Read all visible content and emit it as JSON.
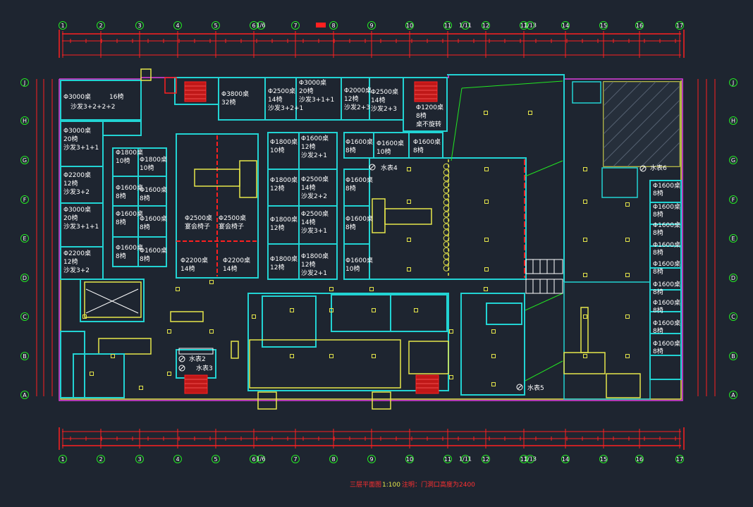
{
  "drawing": {
    "axes_top_bottom": [
      "1",
      "2",
      "3",
      "4",
      "5",
      "6",
      "7",
      "8",
      "9",
      "10",
      "11",
      "12",
      "13",
      "14",
      "15",
      "16",
      "17"
    ],
    "axes_side": [
      "J",
      "H",
      "G",
      "F",
      "E",
      "D",
      "C",
      "B",
      "A"
    ],
    "extra_axis_labels": [
      "1/6",
      "1/11",
      "1/13"
    ],
    "footer_title": "三层平面图",
    "footer_scale": "1:100",
    "footer_note": "注明：门洞口高度为2400"
  },
  "rooms_left_column": [
    {
      "size": "Φ3000桌",
      "seats": "16椅",
      "sofa": "沙发3+2+2+2"
    },
    {
      "size": "Φ3000桌",
      "seats": "20椅",
      "sofa": "沙发3+1+1"
    },
    {
      "size": "Φ2200桌",
      "seats": "12椅",
      "sofa": "沙发3+2"
    },
    {
      "size": "Φ3000桌",
      "seats": "20椅",
      "sofa": "沙发3+1+1"
    },
    {
      "size": "Φ2200桌",
      "seats": "12椅",
      "sofa": "沙发3+2"
    }
  ],
  "rooms_top_row": [
    {
      "size": "Φ3800桌",
      "seats": "32椅",
      "sofa": ""
    },
    {
      "size": "Φ2500桌",
      "seats": "14椅",
      "sofa": "沙发3+2+1"
    },
    {
      "size": "Φ3000桌",
      "seats": "20椅",
      "sofa": "沙发3+1+1"
    },
    {
      "size": "Φ2000桌",
      "seats": "12椅",
      "sofa": "沙发2+3"
    },
    {
      "size": "Φ2500桌",
      "seats": "14椅",
      "sofa": "沙发2+3"
    },
    {
      "size": "Φ1200桌",
      "seats": "8椅",
      "sofa": "桌不旋转"
    }
  ],
  "rooms_small_block_a": [
    {
      "size": "Φ1800桌",
      "seats": "10椅"
    },
    {
      "size": "Φ1800桌",
      "seats": "10椅"
    },
    {
      "size": "Φ1600桌",
      "seats": "8椅"
    },
    {
      "size": "Φ1600桌",
      "seats": "8椅"
    },
    {
      "size": "Φ1600桌",
      "seats": "8椅"
    },
    {
      "size": "Φ1600桌",
      "seats": "8椅"
    },
    {
      "size": "Φ1600桌",
      "seats": "8椅"
    },
    {
      "size": "Φ1600桌",
      "seats": "8椅"
    }
  ],
  "rooms_banquet": [
    {
      "size": "Φ2500桌",
      "seats": "宴会椅子"
    },
    {
      "size": "Φ2500桌",
      "seats": "宴会椅子"
    },
    {
      "size": "Φ2200桌",
      "seats": "14椅"
    },
    {
      "size": "Φ2200桌",
      "seats": "14椅"
    }
  ],
  "rooms_block_b": [
    {
      "size": "Φ1800桌",
      "seats": "10椅"
    },
    {
      "size": "Φ1600桌",
      "seats": "12椅",
      "sofa": "沙发2+1"
    },
    {
      "size": "Φ1800桌",
      "seats": "12椅"
    },
    {
      "size": "Φ2500桌",
      "seats": "14椅",
      "sofa": "沙发2+2"
    },
    {
      "size": "Φ1800桌",
      "seats": "12椅"
    },
    {
      "size": "Φ2500桌",
      "seats": "14椅",
      "sofa": "沙发3+1"
    },
    {
      "size": "Φ1800桌",
      "seats": "12椅"
    },
    {
      "size": "Φ1800桌",
      "seats": "12椅",
      "sofa": "沙发2+1"
    }
  ],
  "rooms_block_c": [
    {
      "size": "Φ1600桌",
      "seats": "8椅"
    },
    {
      "size": "Φ1600桌",
      "seats": "10椅"
    },
    {
      "size": "Φ1600桌",
      "seats": "8椅"
    },
    {
      "size": "Φ1600桌",
      "seats": "8椅"
    },
    {
      "size": "Φ1600桌",
      "seats": "8椅"
    },
    {
      "size": "Φ1600桌",
      "seats": "10椅"
    }
  ],
  "rooms_right_column": [
    {
      "size": "Φ1600桌",
      "seats": "8椅"
    },
    {
      "size": "Φ1600桌",
      "seats": "8椅"
    },
    {
      "size": "Φ1600桌",
      "seats": "8椅"
    },
    {
      "size": "Φ1600桌",
      "seats": "8椅"
    },
    {
      "size": "Φ1600桌",
      "seats": "8椅"
    },
    {
      "size": "Φ1600桌",
      "seats": "8椅"
    },
    {
      "size": "Φ1600桌",
      "seats": "8椅"
    },
    {
      "size": "Φ1600桌",
      "seats": "8椅"
    },
    {
      "size": "Φ1600桌",
      "seats": "8椅"
    }
  ],
  "meters": [
    "水表2",
    "水表3",
    "水表4",
    "水表5",
    "水表6"
  ],
  "colors": {
    "background": "#1e2530",
    "wall_cyan": "#22d3d3",
    "wall_yellow": "#e6e64a",
    "dim_red": "#ff2020",
    "axis_green": "#22e622",
    "magenta": "#e040e0",
    "footer_red": "#ff3030",
    "footer_yellow": "#e6e64a"
  }
}
